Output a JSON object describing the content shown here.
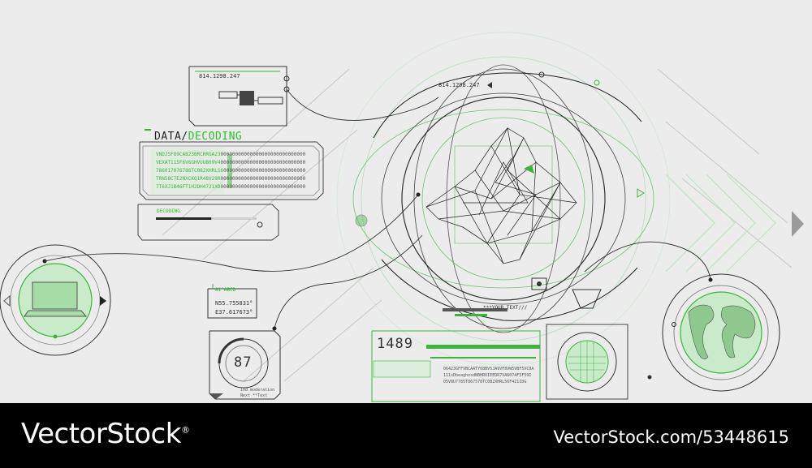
{
  "hud": {
    "data_prefix": "DATA/",
    "data_suffix": "DECODING",
    "code_rows": [
      {
        "green": "VNDJSF89CAB23BRCRRGA23",
        "dark": "00000000000000000000000000000"
      },
      {
        "green": "VEXAT115F6V6GHVUUB09V4",
        "dark": "00000000000000000000000000000"
      },
      {
        "green": "786017076786TC082XHRLS6",
        "dark": "0000000000000000000000000000"
      },
      {
        "green": "TRN58C7E2NXCKQ1R48V29R",
        "dark": "00000000000000000000000000000"
      },
      {
        "green": "7T6XJ1B46FT1H2DH4721XD",
        "dark": "00000000000000000000000000000"
      }
    ],
    "progress_label": "DECODING",
    "progress_value": 0.55,
    "satellite_coord": "814.1298.247",
    "globe_coord": "814.1298.247",
    "gauge_code": "81°ABCD",
    "lat": "N55.755831°",
    "lon": "E37.617673°",
    "counter": "87",
    "counter_caption_1": "ind moderation",
    "counter_caption_2": "Next **Text",
    "big_number": "1489",
    "your_text": "***YOUR TEXT///",
    "hex_lines": [
      "06423GFFVBCAATY68BV5JA9VF8VW5VBF5VC0A",
      "111sDbeaghosdNBHRUIEEDR7VA6074F5F59I",
      "05V8U7785T867578TC0B2XHRL56F4Z1IDG"
    ]
  },
  "footer": {
    "brand": "VectorStock",
    "registered": "®",
    "url": "VectorStock.com/53448615"
  }
}
